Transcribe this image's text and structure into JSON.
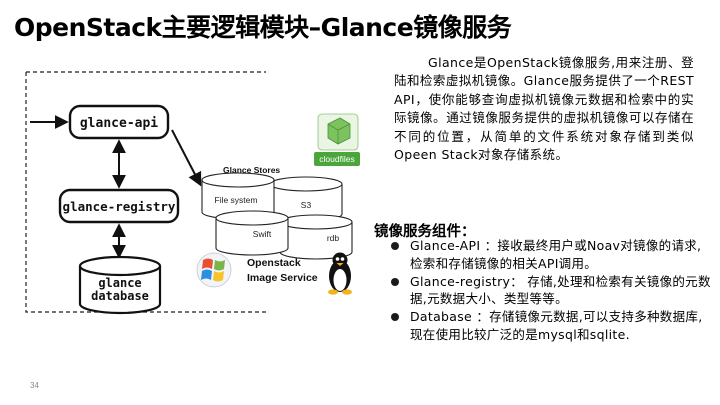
{
  "slide": {
    "title": "OpenStack主要逻辑模块–Glance镜像服务",
    "intro": "Glance是OpenStack镜像服务,用来注册、登陆和检索虚拟机镜像。Glance服务提供了一个REST API，使你能够查询虚拟机镜像元数据和检索中的实际镜像。通过镜像服务提供的虚拟机镜像可以存储在不同的位置，从简单的文件系统对象存储到类似Opeen Stack对象存储系统。",
    "components_heading": "镜像服务组件：",
    "bullets": [
      "Glance-API ：接收最终用户或Noav对镜像的请求,检索和存储镜像的相关API调用。",
      "Glance-registry： 存储,处理和检索有关镜像的元数据,元数据大小、类型等等。",
      "Database ：存储镜像元数据,可以支持多种数据库,现在使用比较广泛的是mysql和sqlite."
    ],
    "page_number": "34"
  },
  "diagram": {
    "glance_api": "glance-api",
    "glance_registry": "glance-registry",
    "database_line1": "glance",
    "database_line2": "database",
    "stores_title": "Glance Stores",
    "store_filesystem": "File system",
    "store_s3": "S3",
    "store_swift": "Swift",
    "store_rbd": "rdb",
    "cloudfiles": "cloudfiles",
    "brand_line1": "Openstack",
    "brand_line2": "Image Service"
  },
  "colors": {
    "title": "#000000",
    "cloudfiles_green": "#4aa63a",
    "bullet": "#1b1b1b"
  }
}
